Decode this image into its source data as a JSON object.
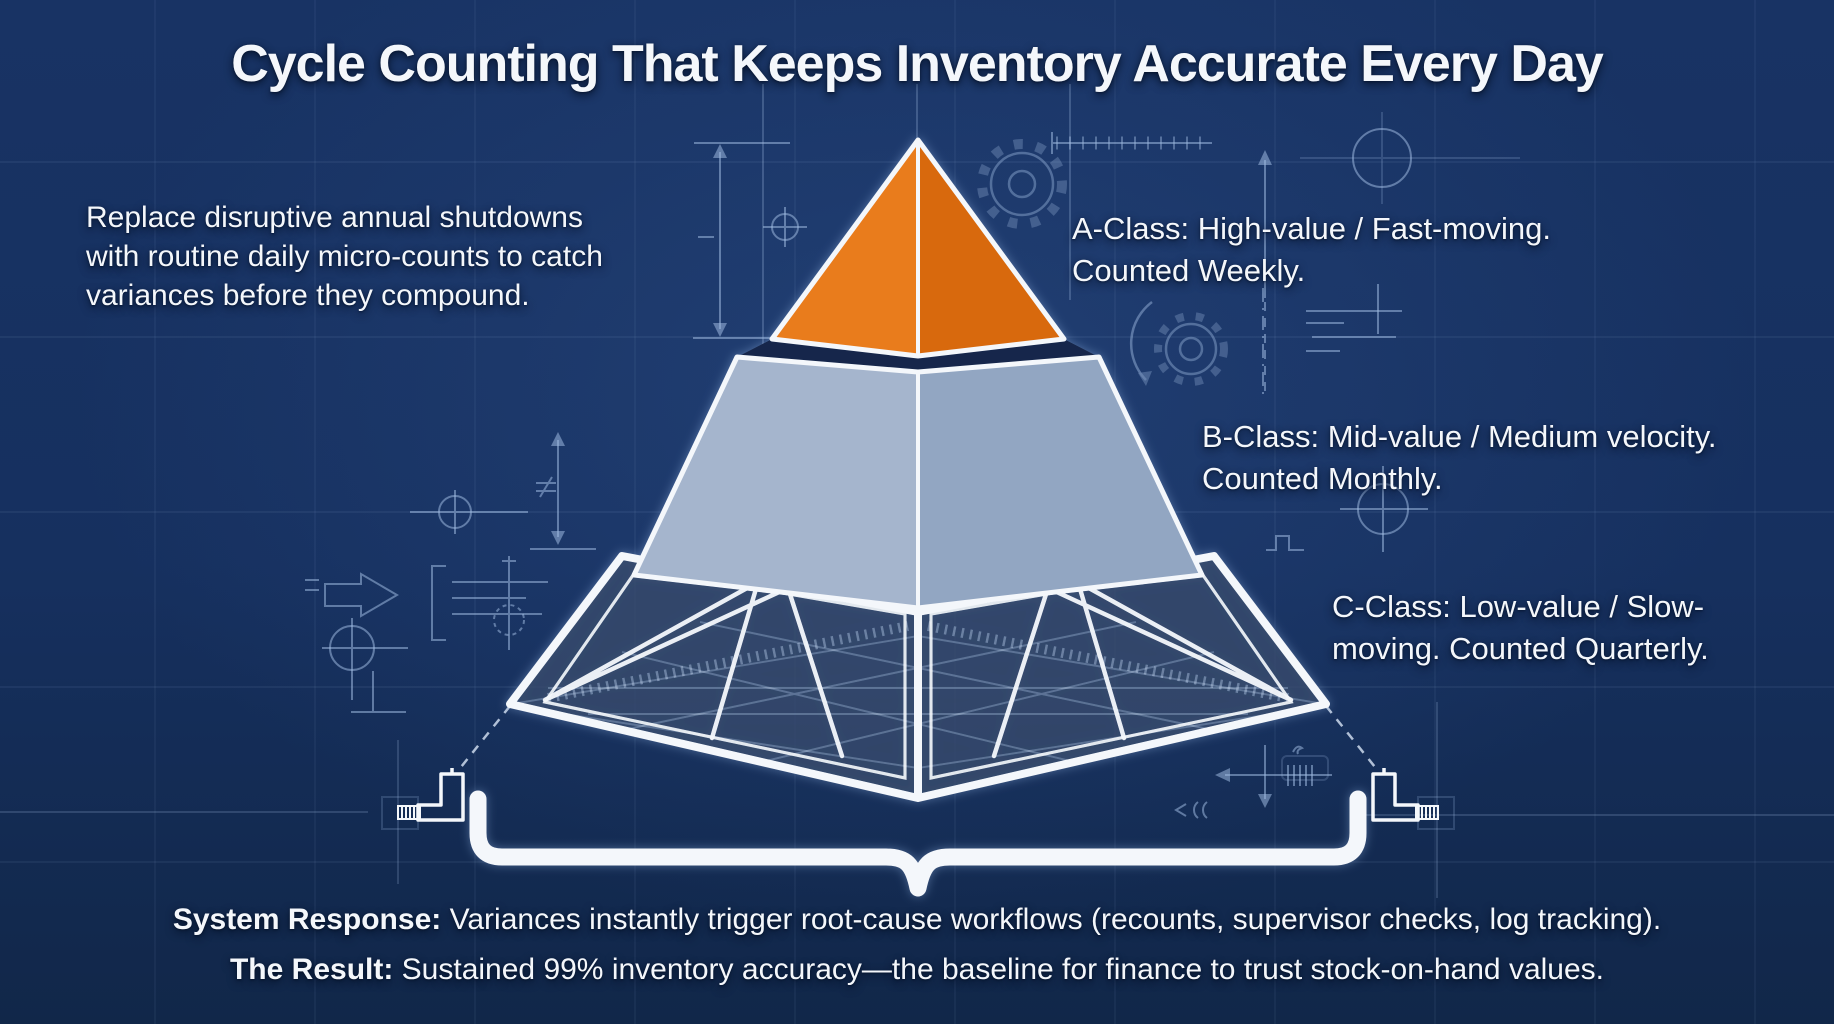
{
  "title": "Cycle Counting That Keeps Inventory Accurate Every Day",
  "intro": "Replace disruptive annual shutdowns\nwith routine daily micro-counts to catch\nvariances before they compound.",
  "pyramid": {
    "tiers": [
      {
        "class_name": "A-Class",
        "description": "High-value / Fast-moving.",
        "cadence": "Counted Weekly.",
        "label": "A-Class: High-value / Fast-moving.\nCounted Weekly."
      },
      {
        "class_name": "B-Class",
        "description": "Mid-value / Medium velocity.",
        "cadence": "Counted Monthly.",
        "label": "B-Class: Mid-value / Medium velocity.\nCounted Monthly."
      },
      {
        "class_name": "C-Class",
        "description": "Low-value / Slow-moving.",
        "cadence": "Counted Quarterly.",
        "label": "C-Class: Low-value / Slow-\nmoving. Counted Quarterly."
      }
    ]
  },
  "footer": {
    "line1_label": "System Response: ",
    "line1_text": "Variances instantly trigger root-cause workflows (recounts, supervisor checks, log tracking).",
    "line2_label": "The Result: ",
    "line2_text": "Sustained 99% inventory accuracy—the baseline for finance to trust stock-on-hand values."
  },
  "colors": {
    "line": "#9db8de",
    "white": "#f4f7fb",
    "orange_left": "#e97b1d",
    "orange_right": "#d8690f",
    "slate_left": "#a5b5cd",
    "slate_right": "#92a6c2",
    "gap_dark": "#12264c"
  }
}
